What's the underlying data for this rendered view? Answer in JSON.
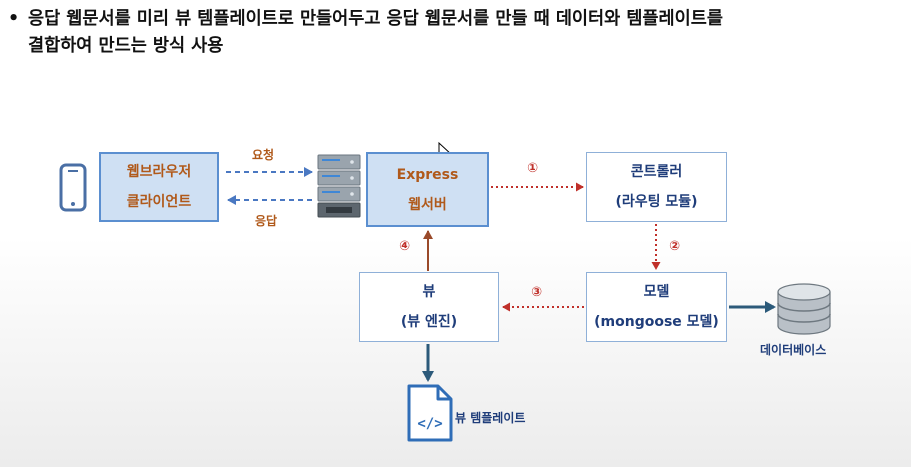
{
  "bullet": {
    "marker": "•",
    "line1": "응답 웹문서를 미리 뷰 템플레이트로 만들어두고 응답 웹문서를 만들 때 데이터와 템플레이트를",
    "line2": "결합하여 만드는 방식 사용"
  },
  "nodes": {
    "browser": {
      "line1": "웹브라우저",
      "line2": "클라이언트"
    },
    "express": {
      "line1": "Express",
      "line2": "웹서버"
    },
    "controller": {
      "line1": "콘트롤러",
      "line2": "(라우팅 모듈)"
    },
    "model": {
      "line1": "모델",
      "line2": "(mongoose 모델)"
    },
    "view": {
      "line1": "뷰",
      "line2": "(뷰 엔진)"
    }
  },
  "edges": {
    "request": "요청",
    "response": "응답",
    "step1": "①",
    "step2": "②",
    "step3": "③",
    "step4": "④"
  },
  "icons": {
    "database_label": "데이터베이스",
    "template_label": "뷰 템플레이트",
    "template_code": "</>"
  },
  "colors": {
    "box_fill": "#cfe0f3",
    "box_border": "#5b8fd0",
    "orange_text": "#b0591a",
    "navy_text": "#1f3d7a",
    "red_arrow": "#c0302a",
    "blue_arrow": "#4a78c2",
    "navy_arrow": "#2c5a7a"
  }
}
